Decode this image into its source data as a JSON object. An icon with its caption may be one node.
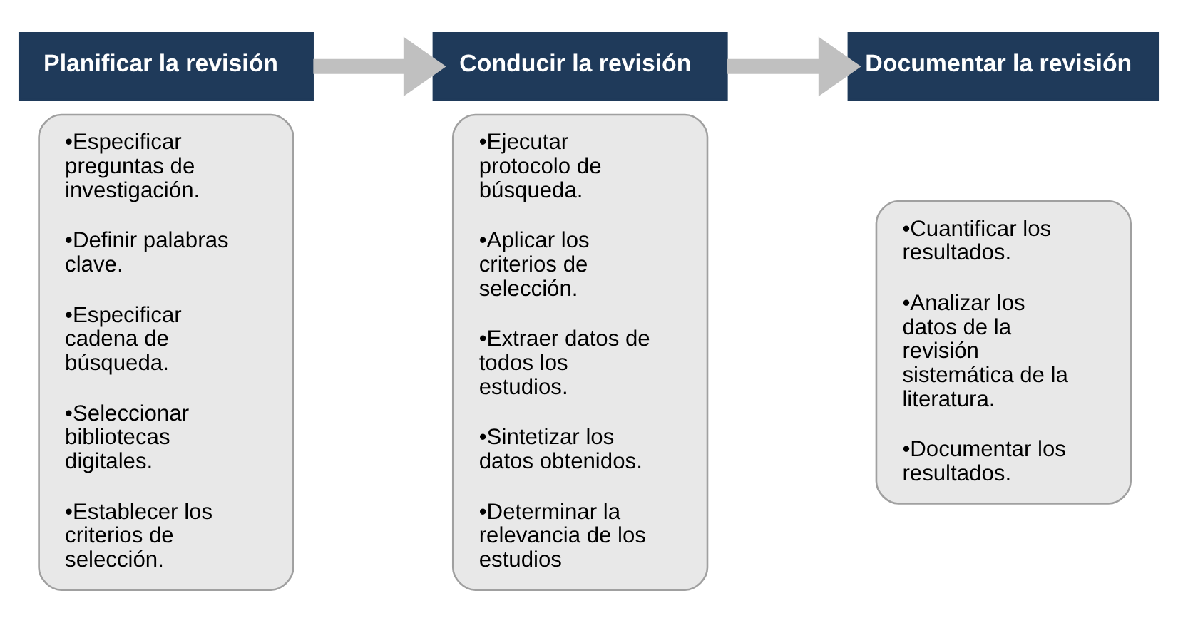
{
  "diagram": {
    "nodes": [
      {
        "text": [
          "Planificar la revisión"
        ]
      },
      {
        "text": [
          "•Especificar preguntas de investigación.",
          "•Definir palabras clave.",
          "•Especificar cadena de búsqueda.",
          "•Seleccionar bibliotecas digitales.",
          "•Establecer los criterios de selección."
        ]
      },
      {
        "text": [
          "Conducir la revisión"
        ]
      },
      {
        "text": [
          "•Ejecutar protocolo de búsqueda.",
          "•Aplicar los criterios de selección.",
          "•Extraer datos de todos los estudios.",
          "•Sintetizar los datos obtenidos.",
          "•Determinar la relevancia de los estudios"
        ]
      },
      {
        "text": [
          "Documentar la revisión"
        ]
      },
      {
        "text": [
          "•Cuantificar los resultados.",
          "•Analizar los datos de la revisión sistemática de la literatura.",
          "•Documentar los resultados."
        ]
      }
    ],
    "edges": [
      {
        "from": 0,
        "to": 2,
        "arrow": "to"
      },
      {
        "from": 2,
        "to": 4,
        "arrow": "to"
      }
    ]
  }
}
